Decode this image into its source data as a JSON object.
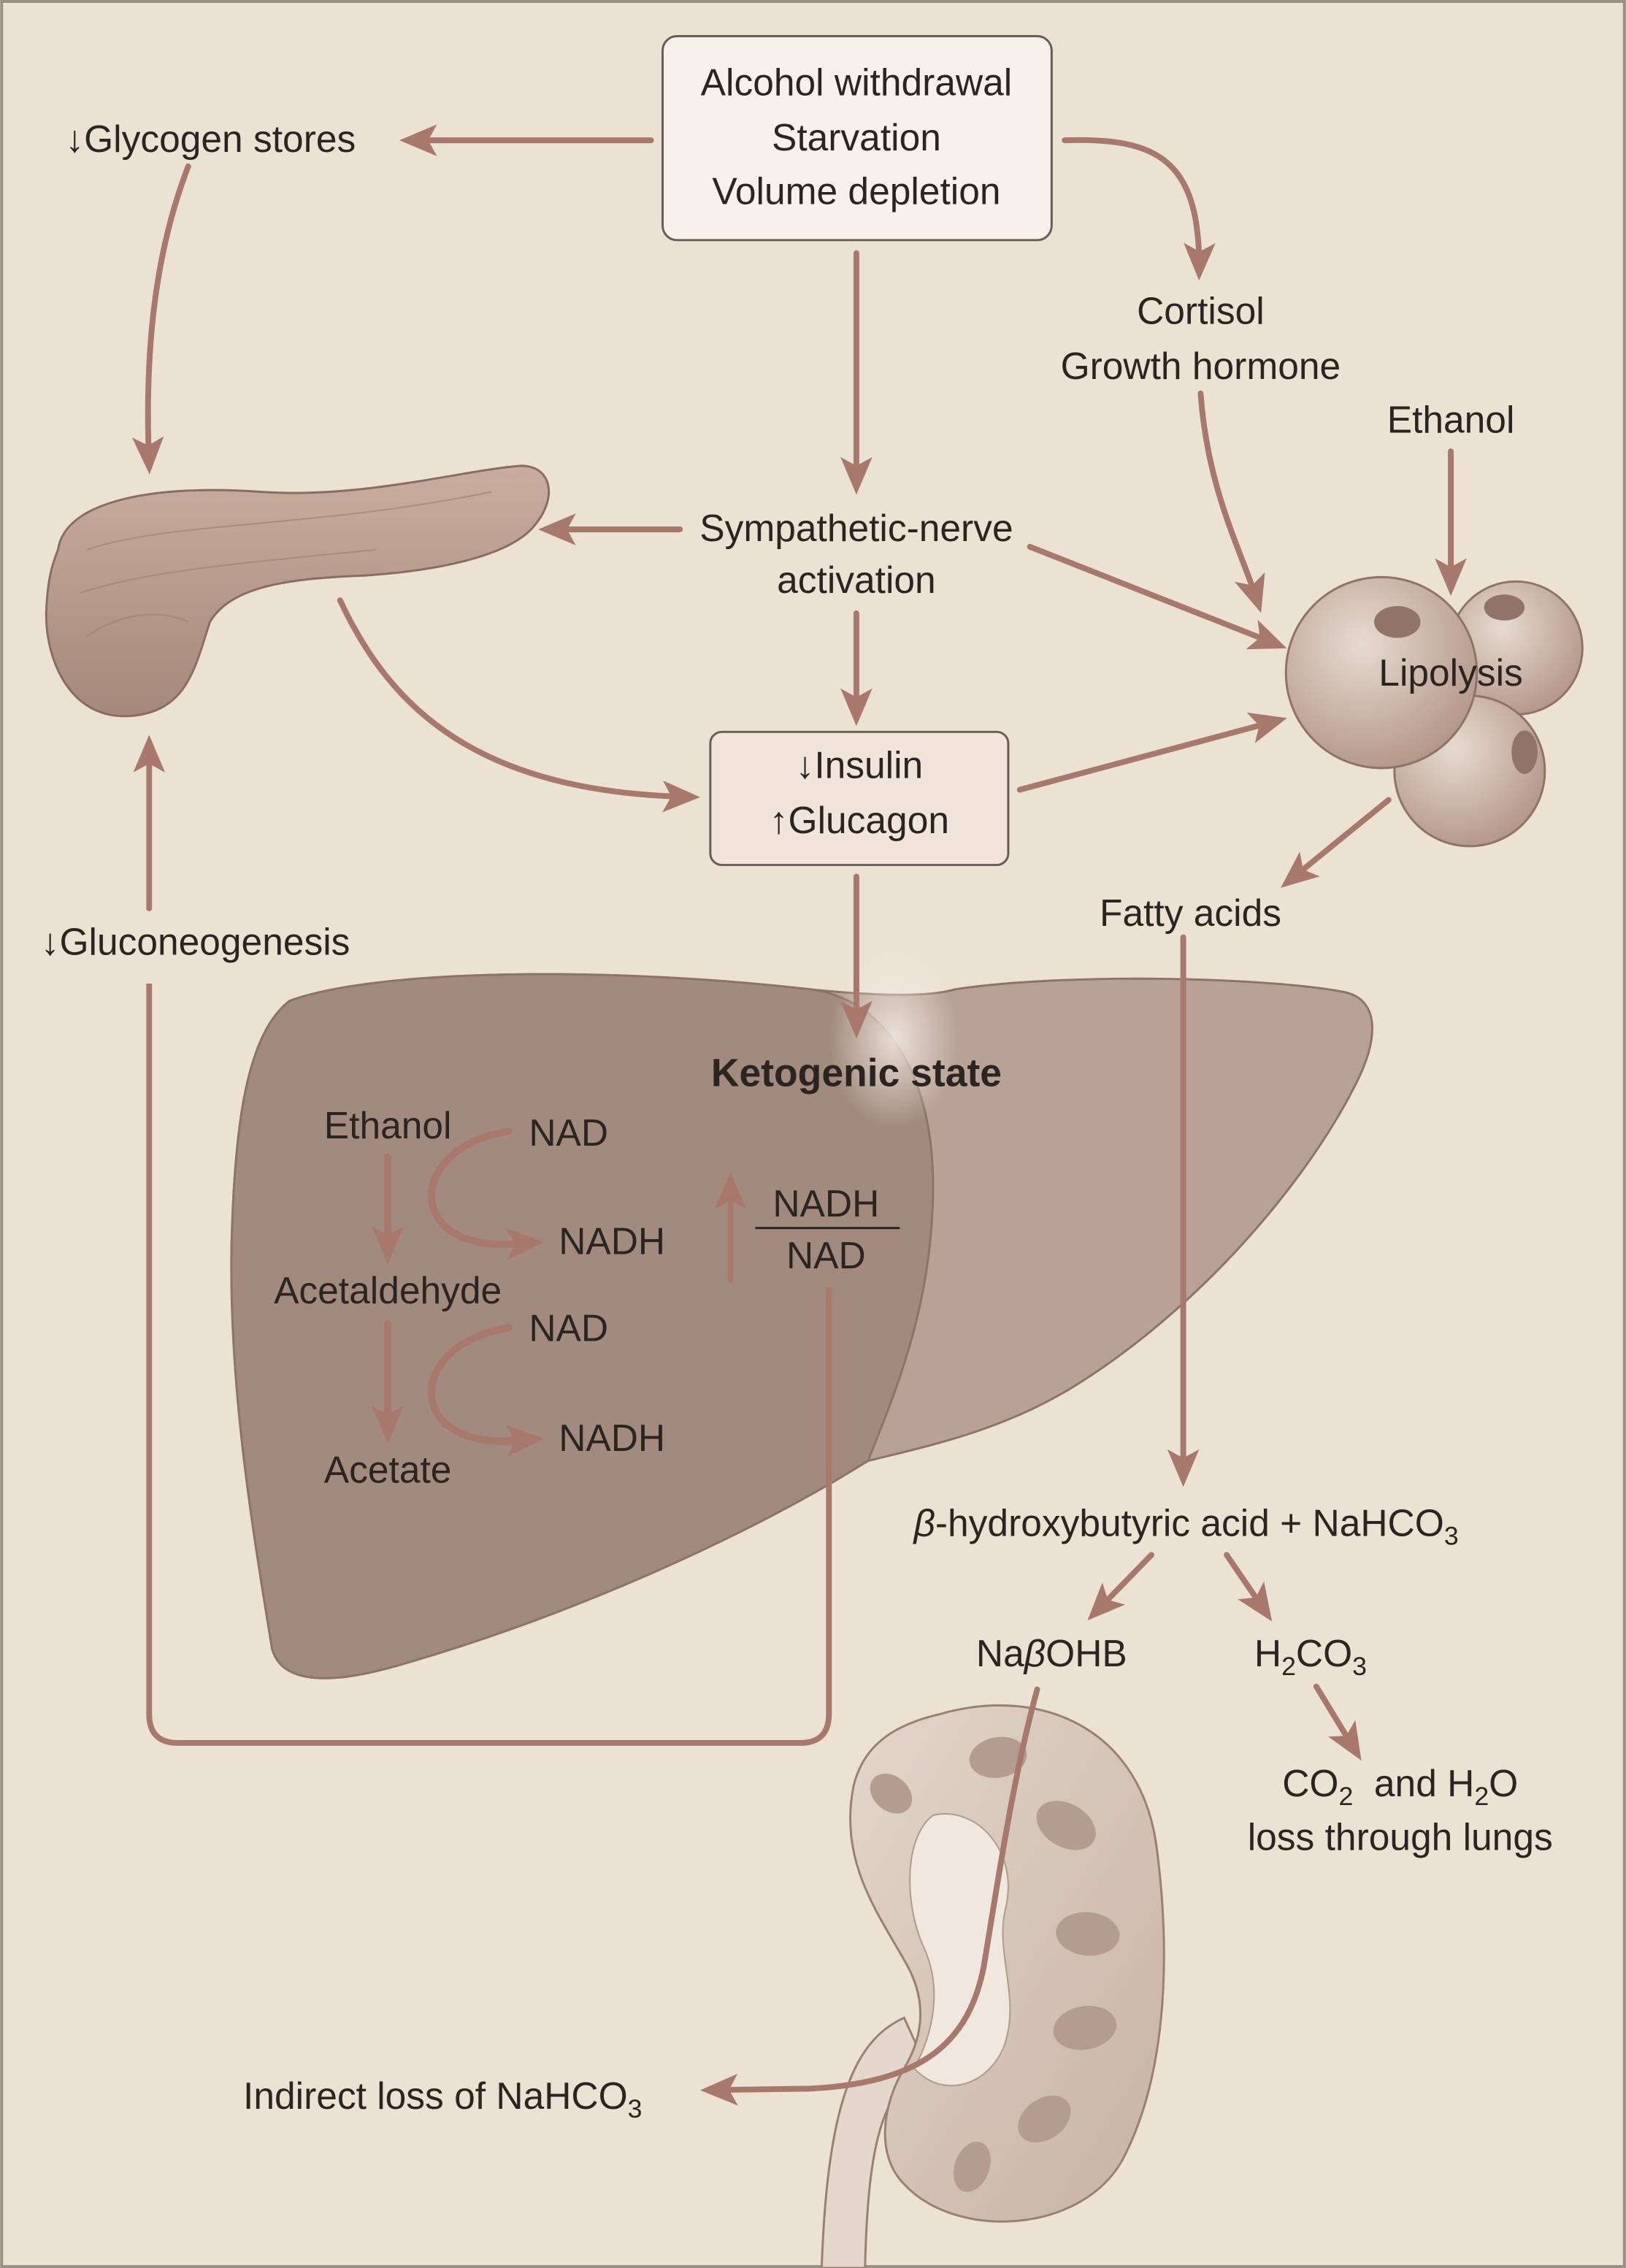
{
  "triggers": {
    "line1": "Alcohol withdrawal",
    "line2": "Starvation",
    "line3": "Volume depletion"
  },
  "glycogen_stores": "↓Glycogen stores",
  "hormones": {
    "cortisol": "Cortisol",
    "growth_hormone": "Growth hormone"
  },
  "ethanol_input": "Ethanol",
  "sympathetic": {
    "line1": "Sympathetic-nerve",
    "line2": "activation"
  },
  "lipolysis": "Lipolysis",
  "insulin_glucagon": {
    "line1": "↓Insulin",
    "line2": "↑Glucagon"
  },
  "fatty_acids": "Fatty acids",
  "gluconeogenesis": "↓Gluconeogenesis",
  "ketogenic_state": "Ketogenic state",
  "liver_metabolism": {
    "ethanol": "Ethanol",
    "nad_1": "NAD",
    "nadh_1": "NADH",
    "acetaldehyde": "Acetaldehyde",
    "nad_2": "NAD",
    "nadh_2": "NADH",
    "acetate": "Acetate"
  },
  "redox_ratio": {
    "numerator": "NADH",
    "denominator": "NAD"
  },
  "ketoacid_buffering": {
    "beta": "β",
    "text": "-hydroxybutyric acid + NaHCO",
    "sub": "3"
  },
  "sodium_salt": {
    "na": "Na",
    "beta": "β",
    "ohb": "OHB"
  },
  "carbonic_acid": {
    "h": "H",
    "sub_h": "2",
    "co": "CO",
    "sub_o": "3"
  },
  "lung_loss": {
    "co": "CO",
    "sub_co": "2",
    "and_h": "  and H",
    "sub_h": "2",
    "o": "O",
    "line2": "loss through lungs"
  },
  "indirect_loss": {
    "text": "Indirect loss of NaHCO",
    "sub": "3"
  },
  "colors": {
    "background": "#ebe2d3",
    "arrow": "#a8786d",
    "text": "#2b2522",
    "box_fill": "#f6f1ea",
    "hormone_box_fill": "#f1e4da",
    "organ_dark": "#a28a7e",
    "organ_light": "#b8a196"
  }
}
